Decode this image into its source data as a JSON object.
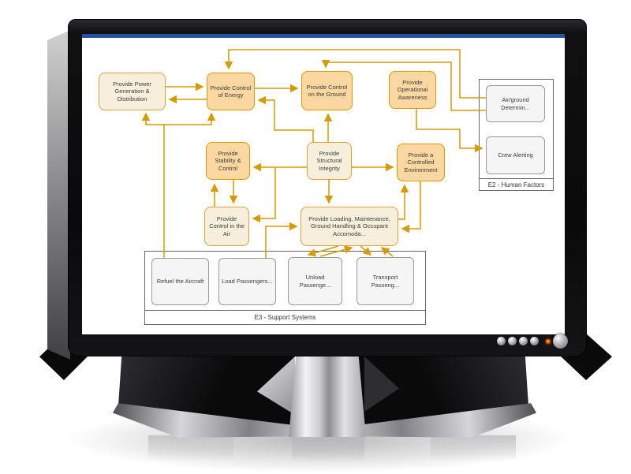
{
  "diagram": {
    "nodes": [
      {
        "id": "power_generation",
        "label": "Provide Power Generation & Distribution",
        "style": "cream"
      },
      {
        "id": "control_energy",
        "label": "Provide Control of Energy",
        "style": "orange"
      },
      {
        "id": "control_ground",
        "label": "Provide Control on the Ground",
        "style": "orange"
      },
      {
        "id": "operational_awareness",
        "label": "Provide Operational Awareness",
        "style": "orange"
      },
      {
        "id": "stability_control",
        "label": "Provide Stability & Control",
        "style": "orange"
      },
      {
        "id": "structural_integrity",
        "label": "Provide Structural Integrity",
        "style": "cream"
      },
      {
        "id": "controlled_environment",
        "label": "Provide a Controlled Environment",
        "style": "orange"
      },
      {
        "id": "control_air",
        "label": "Provide Control in the Air",
        "style": "cream"
      },
      {
        "id": "loading_maintenance",
        "label": "Provide Loading, Maintenance, Ground Handling & Occupant Accomoda...",
        "style": "cream"
      },
      {
        "id": "airground_determination",
        "label": "Air/ground Determin...",
        "style": "gray"
      },
      {
        "id": "crew_alerting",
        "label": "Crew Alerting",
        "style": "gray"
      },
      {
        "id": "refuel_aircraft",
        "label": "Refuel the Aircraft",
        "style": "gray"
      },
      {
        "id": "load_passengers",
        "label": "Load Passengers...",
        "style": "gray"
      },
      {
        "id": "unload_passengers",
        "label": "Unload Passenge...",
        "style": "gray"
      },
      {
        "id": "transport_passengers",
        "label": "Transport Passeng...",
        "style": "gray"
      }
    ],
    "groups": [
      {
        "id": "e2",
        "label": "E2 - Human Factors"
      },
      {
        "id": "e3",
        "label": "E3 - Support Systems"
      }
    ],
    "edges": [
      {
        "from": "power_generation",
        "to": "control_energy"
      },
      {
        "from": "control_energy",
        "to": "power_generation"
      },
      {
        "from": "control_energy",
        "to": "control_ground"
      },
      {
        "from": "airground_determination",
        "to": "control_energy"
      },
      {
        "from": "airground_determination",
        "to": "control_ground"
      },
      {
        "from": "operational_awareness",
        "to": "crew_alerting"
      },
      {
        "from": "structural_integrity",
        "to": "control_ground"
      },
      {
        "from": "structural_integrity",
        "to": "control_energy"
      },
      {
        "from": "structural_integrity",
        "to": "stability_control"
      },
      {
        "from": "structural_integrity",
        "to": "controlled_environment"
      },
      {
        "from": "structural_integrity",
        "to": "control_air"
      },
      {
        "from": "structural_integrity",
        "to": "loading_maintenance"
      },
      {
        "from": "stability_control",
        "to": "control_air"
      },
      {
        "from": "control_air",
        "to": "stability_control"
      },
      {
        "from": "refuel_aircraft",
        "to": "power_generation"
      },
      {
        "from": "refuel_aircraft",
        "to": "control_energy"
      },
      {
        "from": "load_passengers",
        "to": "loading_maintenance"
      },
      {
        "from": "loading_maintenance",
        "to": "controlled_environment"
      },
      {
        "from": "controlled_environment",
        "to": "loading_maintenance"
      },
      {
        "from": "loading_maintenance",
        "to": "unload_passengers"
      },
      {
        "from": "unload_passengers",
        "to": "loading_maintenance"
      },
      {
        "from": "loading_maintenance",
        "to": "transport_passengers"
      },
      {
        "from": "transport_passengers",
        "to": "loading_maintenance"
      }
    ]
  },
  "monitor": {
    "menu_buttons": 4,
    "power_led_on": true
  },
  "colors": {
    "connector": "#D79B00",
    "orange_fill": "#FBD7A1",
    "orange_border": "#D79B00",
    "cream_fill": "#F7EFDB",
    "cream_border": "#D8A33B",
    "gray_fill": "#F5F5F5",
    "gray_border": "#999999",
    "group_border": "#666666",
    "titlebar": "#24539F",
    "power_led": "#E03A00"
  }
}
